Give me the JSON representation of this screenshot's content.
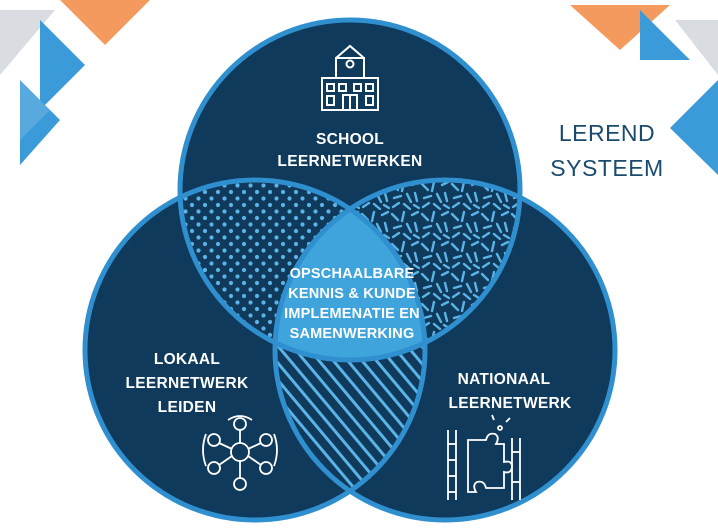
{
  "title": {
    "line1": "LEREND",
    "line2": "SYSTEEM"
  },
  "circles": {
    "top": {
      "line1": "SCHOOL",
      "line2": "LEERNETWERKEN",
      "icon": "school-building-icon"
    },
    "left": {
      "line1": "LOKAAL",
      "line2": "LEERNETWERK",
      "line3": "LEIDEN",
      "icon": "people-circle-icon"
    },
    "right": {
      "line1": "NATIONAAL",
      "line2": "LEERNETWERK",
      "icon": "puzzle-teamwork-icon"
    }
  },
  "center": {
    "line1": "OPSCHAALBARE",
    "line2": "KENNIS & KUNDE",
    "line3": "IMPLEMENATIE EN",
    "line4": "SAMENWERKING"
  },
  "colors": {
    "circle_fill": "#0f3a5c",
    "circle_border": "#2f8fcf",
    "center_fill": "#3fa4dc",
    "overlap_fill": "#0f3a5c",
    "title": "#1a4a6e",
    "deco_orange": "#f59a5f",
    "deco_blue": "#3b9bd8",
    "deco_grey": "#d9dde2"
  }
}
